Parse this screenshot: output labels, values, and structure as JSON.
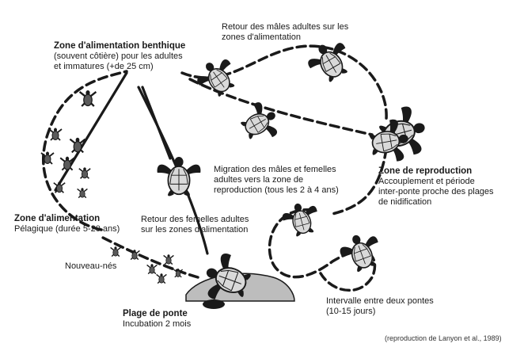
{
  "labels": {
    "benthic_title": "Zone d'alimentation benthique",
    "benthic_l1": "(souvent côtière) pour les adultes",
    "benthic_l2": "et immatures (+de 25 cm)",
    "males_return_l1": "Retour des mâles adultes sur les",
    "males_return_l2": "zones d'alimentation",
    "repro_title": "Zone de reproduction",
    "repro_l1": "Accouplement et période",
    "repro_l2": "inter-ponte proche des plages",
    "repro_l3": "de nidification",
    "migration_l1": "Migration des mâles et femelles",
    "migration_l2": "adultes vers la zone de",
    "migration_l3": "reproduction (tous les 2 à 4 ans)",
    "pelagic_title": "Zone d'alimentation",
    "pelagic_l1": "Pélagique (durée 5-20 ans)",
    "females_return_l1": "Retour des femelles adultes",
    "females_return_l2": "sur les zones d'alimentation",
    "hatchlings": "Nouveau-nés",
    "beach_title": "Plage de ponte",
    "beach_l1": "Incubation 2 mois",
    "interval_l1": "Intervalle entre deux pontes",
    "interval_l2": "(10-15 jours)",
    "credit": "(reproduction de Lanyon et al., 1989)"
  },
  "colors": {
    "ink": "#1a1a1a",
    "shell": "#d9d9d9",
    "sand": "#bdbdbd"
  }
}
